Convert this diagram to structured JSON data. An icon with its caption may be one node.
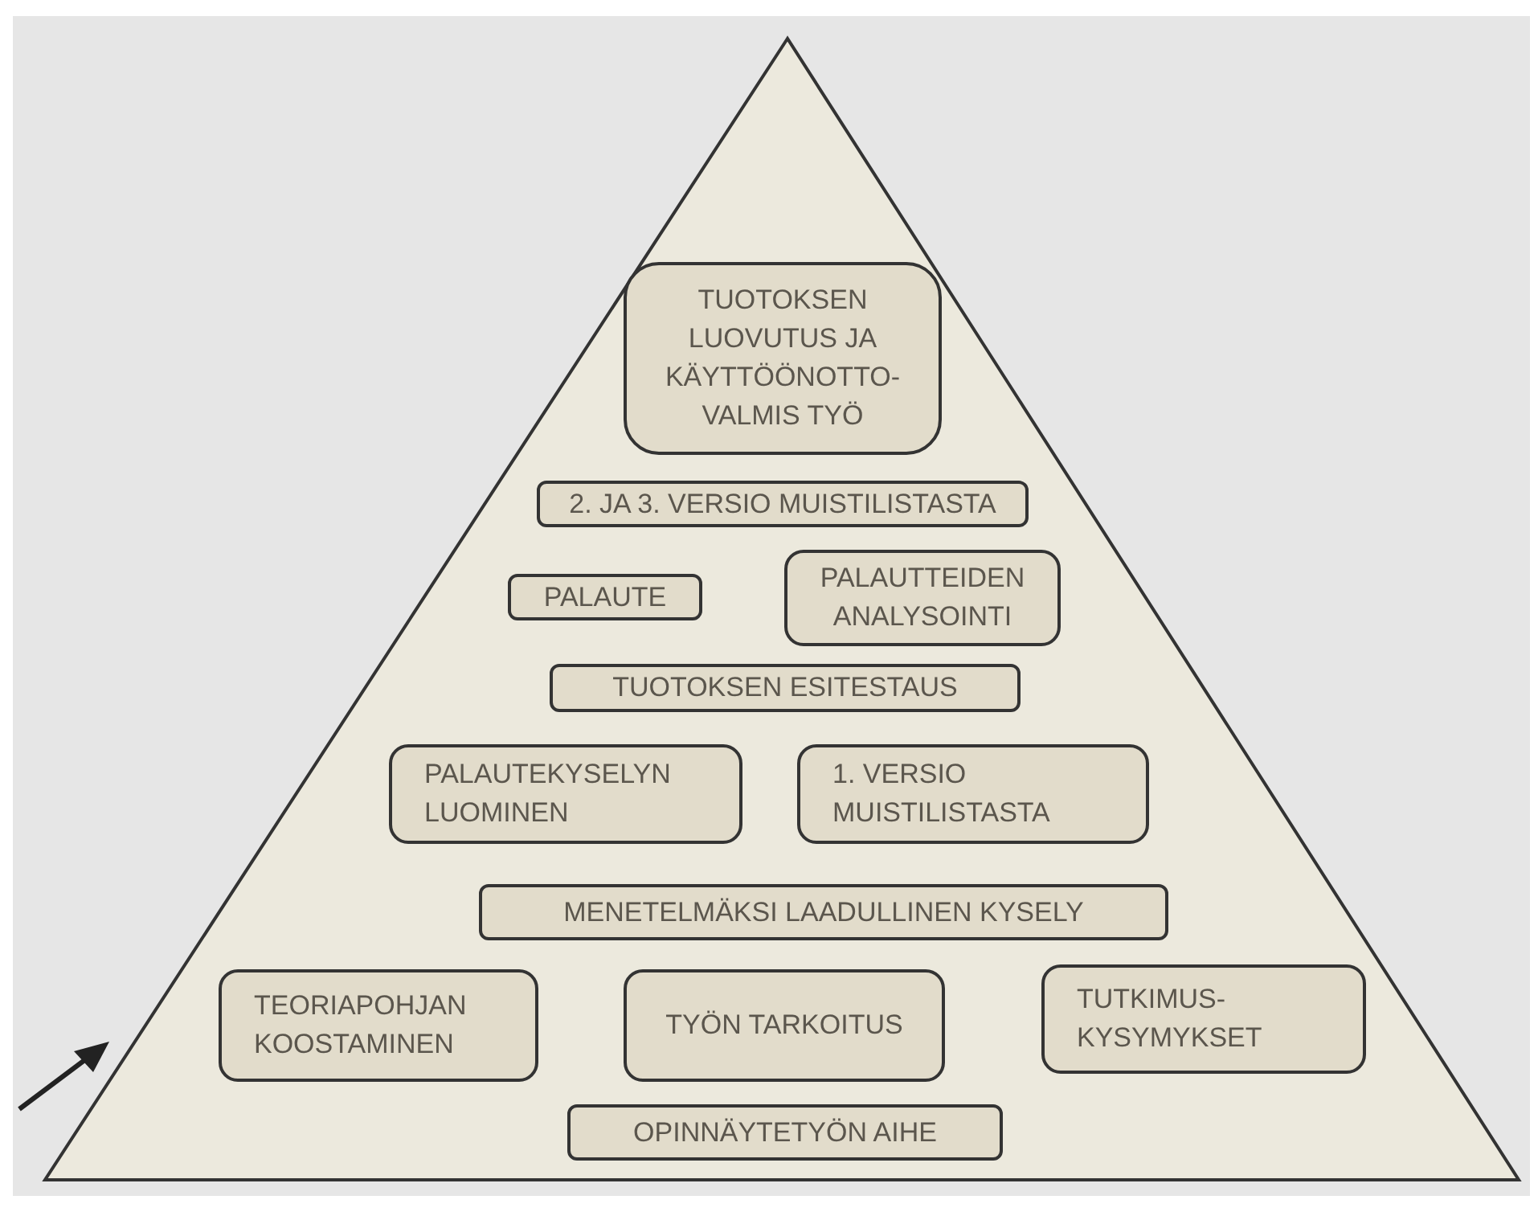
{
  "diagram": {
    "nodes": [
      {
        "text": [
          "TUOTOKSEN LUOVUTUS JA KÄYTTÖÖNOTTO- VALMIS TYÖ"
        ]
      },
      {
        "text": [
          "2. JA 3. VERSIO MUISTILISTASTA"
        ]
      },
      {
        "text": [
          "PALAUTE"
        ]
      },
      {
        "text": [
          "PALAUTTEIDEN ANALYSOINTI"
        ]
      },
      {
        "text": [
          "TUOTOKSEN ESITESTAUS"
        ]
      },
      {
        "text": [
          "PALAUTEKYSELYN LUOMINEN"
        ]
      },
      {
        "text": [
          "1. VERSIO MUISTILISTASTA"
        ]
      },
      {
        "text": [
          "MENETELMÄKSI LAADULLINEN KYSELY"
        ]
      },
      {
        "text": [
          "TEORIAPOHJAN KOOSTAMINEN"
        ]
      },
      {
        "text": [
          "TYÖN TARKOITUS"
        ]
      },
      {
        "text": [
          "TUTKIMUS- KYSYMYKSET"
        ]
      },
      {
        "text": [
          "OPINNÄYTETYÖN AIHE"
        ]
      }
    ]
  }
}
